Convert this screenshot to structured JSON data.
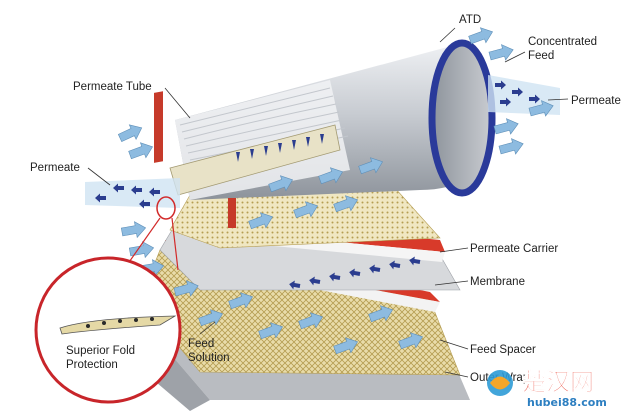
{
  "labels": {
    "atd": "ATD",
    "concentrated_line1": "Concentrated",
    "concentrated_line2": "Feed",
    "permeate_right": "Permeate",
    "permeate_tube": "Permeate Tube",
    "permeate_left": "Permeate",
    "permeate_carrier": "Permeate Carrier",
    "membrane": "Membrane",
    "feed_spacer": "Feed Spacer",
    "outer_wrap": "Outer Wrap",
    "feed_solution_line1": "Feed",
    "feed_solution_line2": "Solution",
    "superior_line1": "Superior Fold",
    "superior_line2": "Protection"
  },
  "watermark": {
    "cn": "楚汉网",
    "url": "hubei88.com"
  },
  "colors": {
    "housing": "#c9ccd1",
    "ring": "#2a3a9a",
    "arrow": "#7fb1d6",
    "mesh": "#e6d9a8",
    "membrane": "#d83a2a",
    "permeate_arrow": "#2b3d8f",
    "highlight": "#d22a2a"
  },
  "icons": {
    "flow_arrow": "flow-arrow-icon",
    "permeate_arrow": "permeate-arrow-icon"
  }
}
